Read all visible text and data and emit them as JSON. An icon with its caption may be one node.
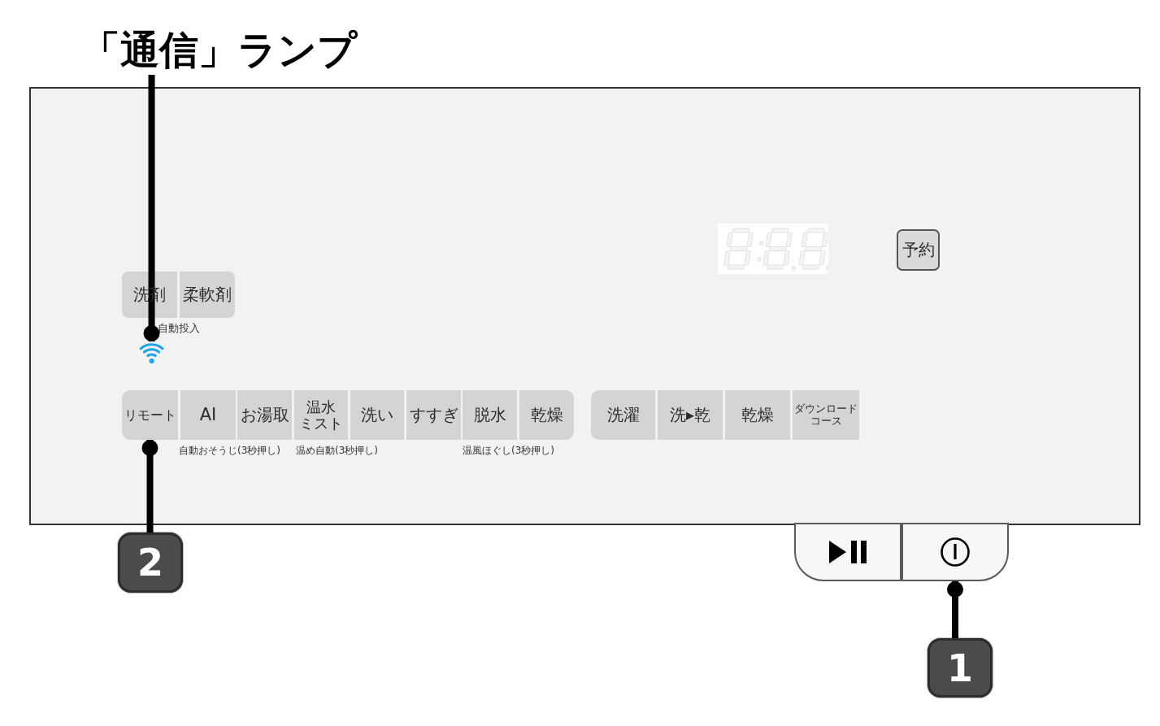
{
  "diagram": {
    "nodes": [
      {
        "text": [
          "「通信」ランプ"
        ]
      },
      {
        "text": [],
        "shape": "box"
      },
      {
        "text": [
          "洗剤"
        ],
        "in": 1
      },
      {
        "text": [
          "柔軟剤"
        ],
        "in": 1
      },
      {
        "text": [],
        "shape": "picture",
        "in": 1
      },
      {
        "text": [
          "リモート"
        ],
        "in": 1
      },
      {
        "text": [
          "AI"
        ],
        "in": 1,
        "beside": [
          "自動おそうじ(3秒押し)"
        ]
      },
      {
        "text": [
          "お湯取"
        ],
        "in": 1
      },
      {
        "text": [
          "温水ミスト"
        ],
        "in": 1,
        "beside": [
          "温め自動(3秒押し)"
        ]
      },
      {
        "text": [
          "洗い"
        ],
        "in": 1
      },
      {
        "text": [
          "すすぎ"
        ],
        "in": 1
      },
      {
        "text": [
          "脱水"
        ],
        "in": 1,
        "beside": [
          "温風ほぐし(3秒押し)"
        ]
      },
      {
        "text": [
          "乾燥"
        ],
        "in": 1
      },
      {
        "text": [
          "洗濯"
        ],
        "in": 1
      },
      {
        "text": [
          "洗▸乾"
        ],
        "in": 1
      },
      {
        "text": [
          "乾燥"
        ],
        "in": 1
      },
      {
        "text": [
          "ダウンロードコース"
        ],
        "in": 1
      },
      {
        "text": [
          "予約"
        ],
        "in": 1
      },
      {
        "text": [],
        "shape": "box"
      },
      {
        "text": [],
        "shape": "box"
      },
      {
        "text": [
          "2"
        ]
      },
      {
        "text": [
          "1"
        ]
      }
    ],
    "edges": [
      {
        "from": 0,
        "to": 4,
        "arrow": "other"
      },
      {
        "from": 20,
        "to": 5,
        "arrow": "other"
      },
      {
        "from": 21,
        "to": 19,
        "arrow": "other"
      }
    ],
    "labels": [
      "自動投入"
    ]
  }
}
